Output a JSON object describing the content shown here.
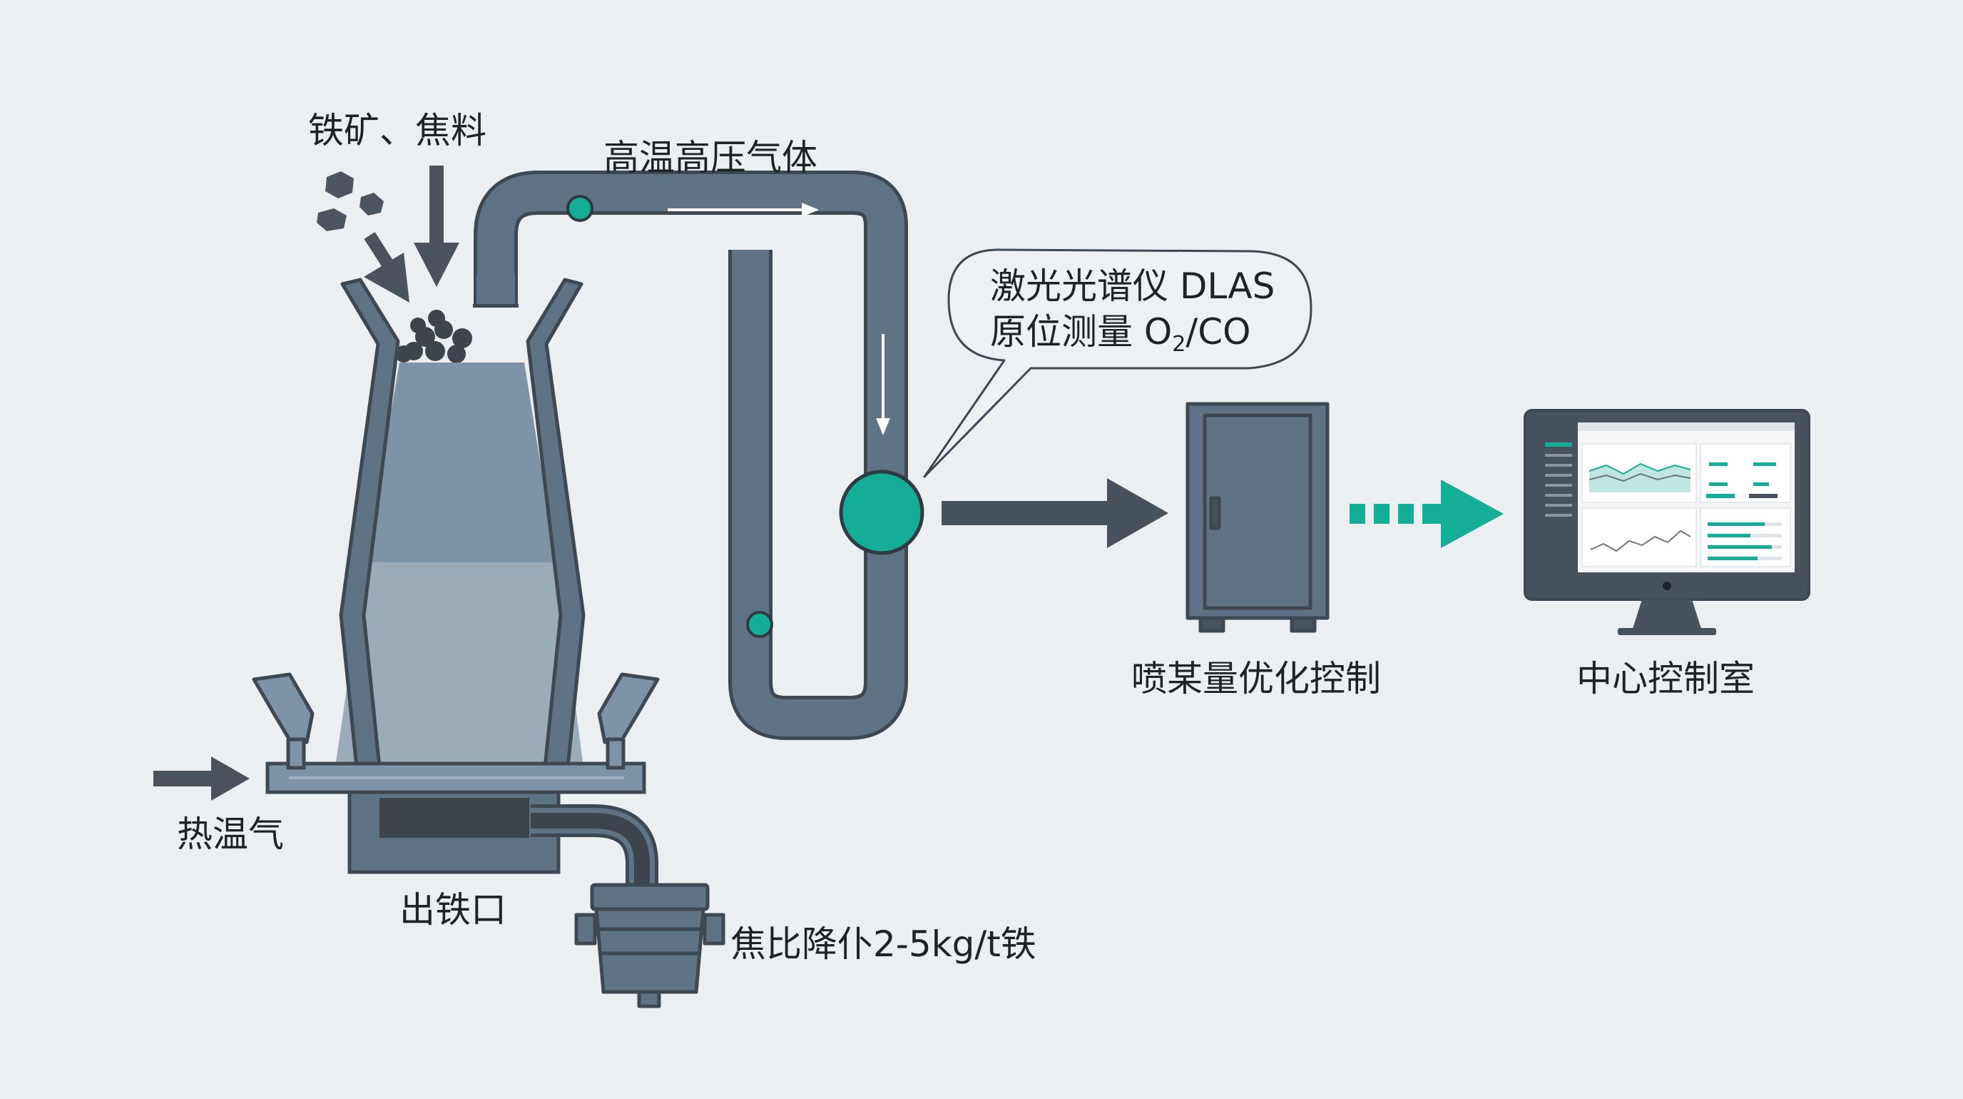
{
  "labels": {
    "raw_materials": "铁矿、焦料",
    "gas": "高温高压气体",
    "hot_air": "热温气",
    "taphole": "出铁口",
    "coke_ratio": "焦比降仆2-5kg/t铁",
    "analyzer_line1": "激光光谱仪 DLAS",
    "analyzer_line2_prefix": "原位测量 O",
    "analyzer_line2_sub": "2",
    "analyzer_line2_suffix": "/CO",
    "controller": "喷某量优化控制",
    "control_room": "中心控制室"
  },
  "colors": {
    "steel": "#5f7386",
    "steel_dark": "#48525c",
    "furnace_fill": "#7d93a7",
    "furnace_fill_light": "#9aabba",
    "accent_teal": "#13ad98",
    "background": "#eceff2"
  },
  "icons": {
    "ore": "ore-lumps-icon",
    "cabinet": "control-cabinet-icon",
    "monitor": "monitor-dashboard-icon",
    "ladle": "ladle-icon"
  }
}
